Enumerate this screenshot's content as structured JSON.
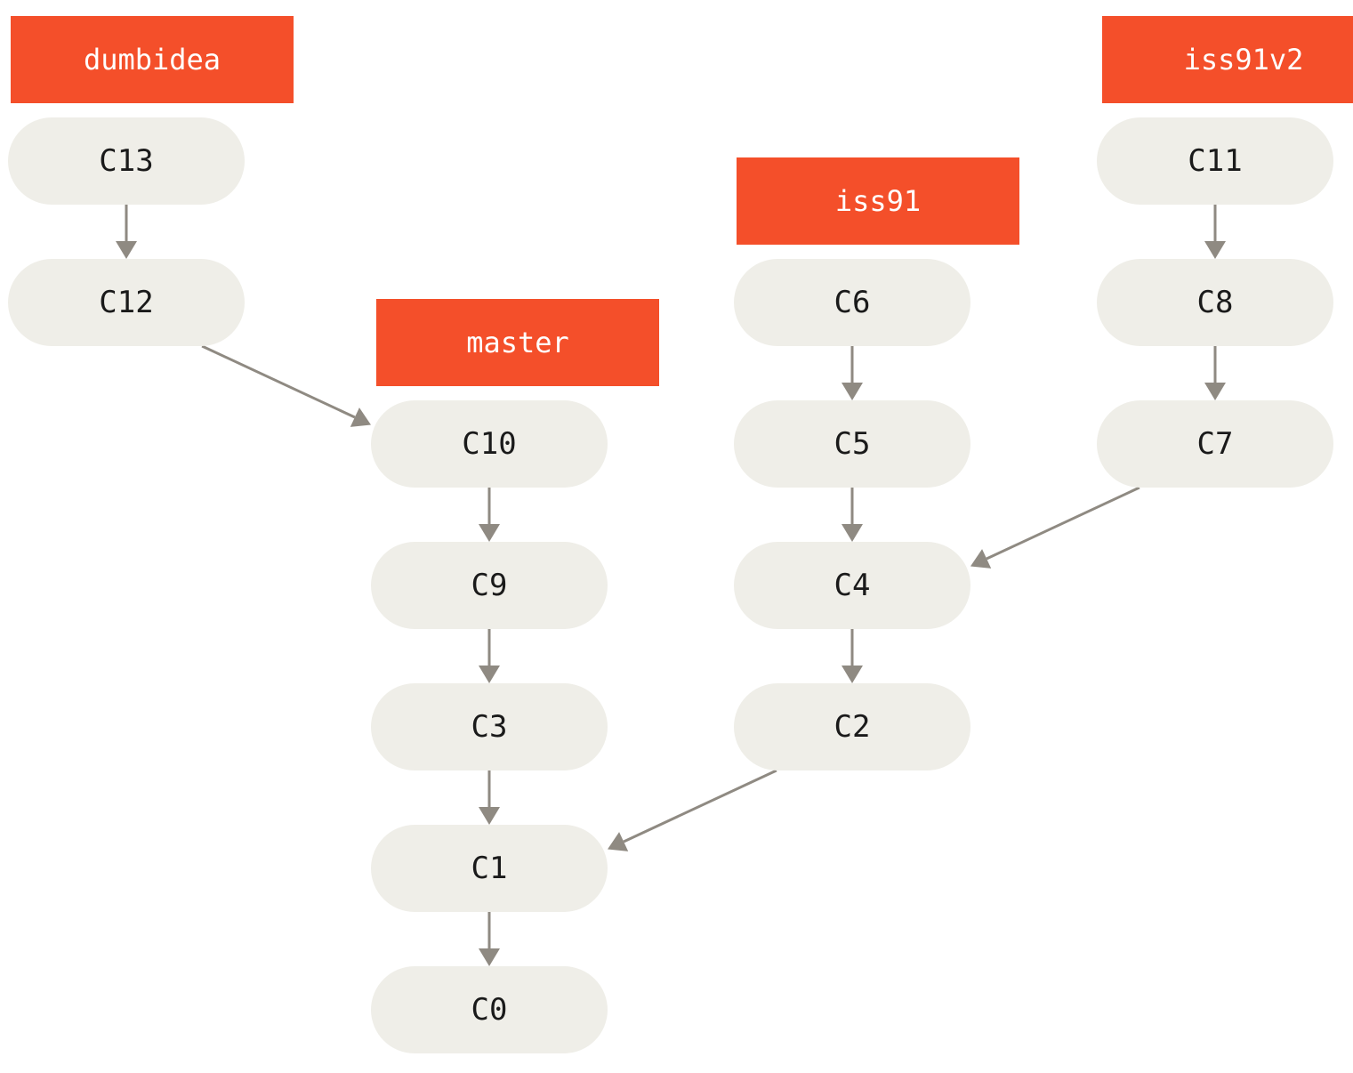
{
  "colors": {
    "commit_fill": "#efeee8",
    "branch_fill": "#f44f2a",
    "arrow": "#8f8a82",
    "text_dark": "#1a1a1a",
    "text_light": "#ffffff"
  },
  "branches": [
    {
      "id": "dumbidea",
      "label": "dumbidea",
      "points_to": "C13"
    },
    {
      "id": "master",
      "label": "master",
      "points_to": "C10"
    },
    {
      "id": "iss91",
      "label": "iss91",
      "points_to": "C6"
    },
    {
      "id": "iss91v2",
      "label": "iss91v2",
      "points_to": "C11"
    }
  ],
  "commits": [
    {
      "id": "C13",
      "label": "C13"
    },
    {
      "id": "C12",
      "label": "C12"
    },
    {
      "id": "C10",
      "label": "C10"
    },
    {
      "id": "C9",
      "label": "C9"
    },
    {
      "id": "C3",
      "label": "C3"
    },
    {
      "id": "C1",
      "label": "C1"
    },
    {
      "id": "C0",
      "label": "C0"
    },
    {
      "id": "C6",
      "label": "C6"
    },
    {
      "id": "C5",
      "label": "C5"
    },
    {
      "id": "C4",
      "label": "C4"
    },
    {
      "id": "C2",
      "label": "C2"
    },
    {
      "id": "C11",
      "label": "C11"
    },
    {
      "id": "C8",
      "label": "C8"
    },
    {
      "id": "C7",
      "label": "C7"
    }
  ],
  "parent_links": [
    {
      "from": "C13",
      "to": "C12"
    },
    {
      "from": "C12",
      "to": "C10"
    },
    {
      "from": "C10",
      "to": "C9"
    },
    {
      "from": "C9",
      "to": "C3"
    },
    {
      "from": "C3",
      "to": "C1"
    },
    {
      "from": "C1",
      "to": "C0"
    },
    {
      "from": "C6",
      "to": "C5"
    },
    {
      "from": "C5",
      "to": "C4"
    },
    {
      "from": "C4",
      "to": "C2"
    },
    {
      "from": "C2",
      "to": "C1"
    },
    {
      "from": "C11",
      "to": "C8"
    },
    {
      "from": "C8",
      "to": "C7"
    },
    {
      "from": "C7",
      "to": "C4"
    }
  ]
}
